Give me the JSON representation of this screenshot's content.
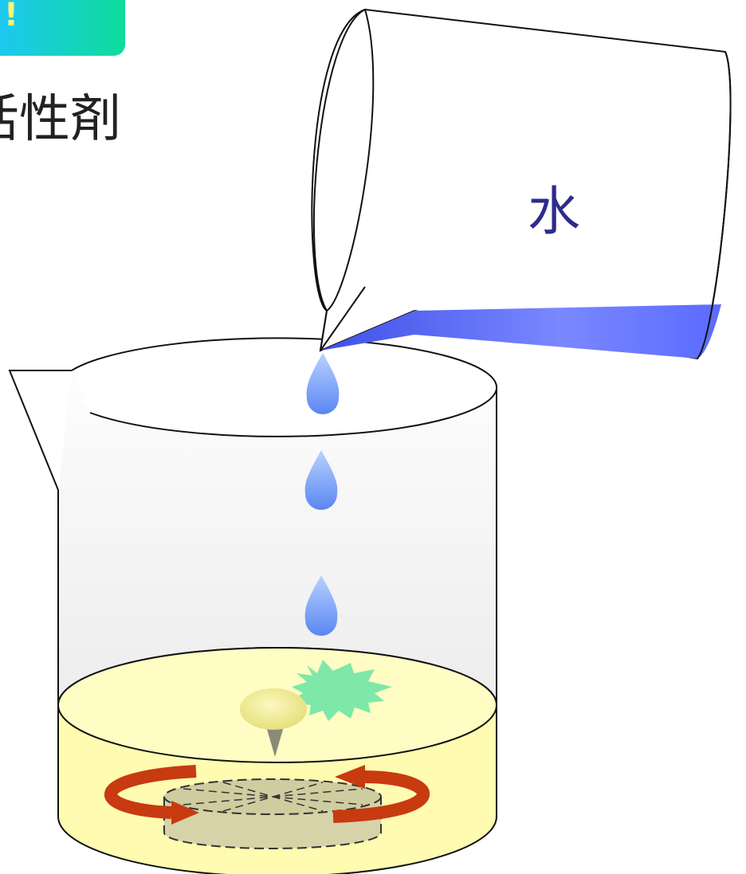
{
  "badge": {
    "text": "!"
  },
  "heading": {
    "text": "活性剤"
  },
  "pitcher": {
    "label": "水"
  },
  "colors": {
    "badge_gradient_start": "#1ec8f0",
    "badge_gradient_end": "#0ddc9a",
    "badge_text": "#fff27a",
    "water_label": "#2c2c8c",
    "water_fill": "#5a6bff",
    "droplet": "#6e9cff",
    "solution_fill": "#fffbb0",
    "foam_star": "#7ee8a8",
    "foam_blob": "#f2ee8c",
    "rotation_arrow": "#c83a10",
    "sample_disc": "#d6d3a8",
    "outline": "#111111"
  },
  "droplets": [
    {
      "id": "drop-1"
    },
    {
      "id": "drop-2"
    },
    {
      "id": "drop-3"
    }
  ]
}
